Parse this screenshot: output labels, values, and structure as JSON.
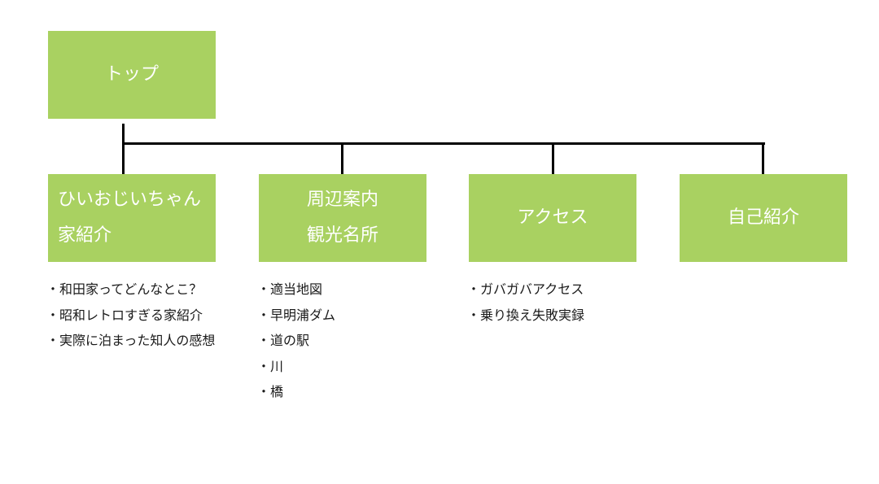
{
  "root": {
    "label": "トップ"
  },
  "nodes": [
    {
      "lines": [
        "ひいおじいちゃん",
        "家紹介"
      ],
      "items": [
        "和田家ってどんなとこ？",
        "昭和レトロすぎる家紹介",
        "実際に泊まった知人の感想"
      ]
    },
    {
      "lines": [
        "周辺案内",
        "観光名所"
      ],
      "items": [
        "適当地図",
        "早明浦ダム",
        "道の駅",
        "川",
        "橋"
      ]
    },
    {
      "lines": [
        "アクセス"
      ],
      "items": [
        "ガバガバアクセス",
        "乗り換え失敗実録"
      ]
    },
    {
      "lines": [
        "自己紹介"
      ],
      "items": []
    }
  ],
  "colors": {
    "box": "#a9d161",
    "box_text": "#ffffff",
    "connector": "#000000",
    "list_text": "#1a1a1a"
  }
}
